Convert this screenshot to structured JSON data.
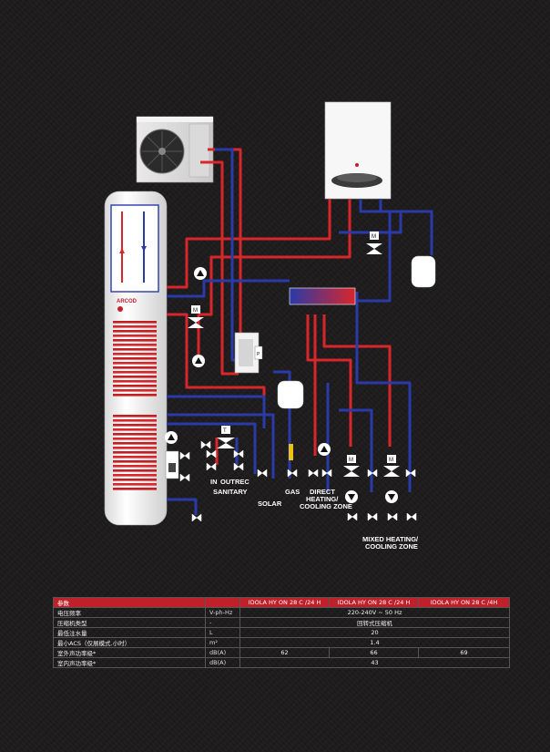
{
  "diagram": {
    "tank_brand": "ARCOD",
    "zones": {
      "solar": "SOLAR",
      "gas": "GAS",
      "direct_line1": "DIRECT",
      "direct_line2": "HEATING/",
      "direct_line3": "COOLING ZONE",
      "mixed_line1": "MIXED HEATING/",
      "mixed_line2": "COOLING ZONE"
    },
    "sanitary": {
      "in": "IN",
      "out": "OUT",
      "rec": "REC",
      "label": "SANITARY"
    },
    "valve_letters": {
      "motor": "M",
      "thermostatic": "T",
      "pump_ctrl": "P"
    },
    "colors": {
      "hot": "#d8262b",
      "cold": "#2a3aa8",
      "frame": "#ffffff"
    }
  },
  "spec_table": {
    "headers": [
      "参数",
      "",
      "IDOLA HY ON 28 C /24 H",
      "IDOLA HY ON 28 C /24 H",
      "IDOLA HY ON 28 C /4H"
    ],
    "rows": [
      {
        "param": "电压频率",
        "unit": "V-ph-Hz",
        "values": [
          "220-240V ~ 50 Hz"
        ]
      },
      {
        "param": "压缩机类型",
        "unit": "-",
        "values": [
          "回转式压缩机"
        ]
      },
      {
        "param": "最低注水量",
        "unit": "L",
        "values": [
          "20"
        ]
      },
      {
        "param": "最小ACS（仅展模式.小时）",
        "unit": "m²",
        "values": [
          "1.4"
        ]
      },
      {
        "param": "室外声功率级*",
        "unit": "dB(A)",
        "values": [
          "62",
          "66",
          "69"
        ]
      },
      {
        "param": "室内声功率级*",
        "unit": "dB(A)",
        "values": [
          "43"
        ]
      }
    ]
  }
}
